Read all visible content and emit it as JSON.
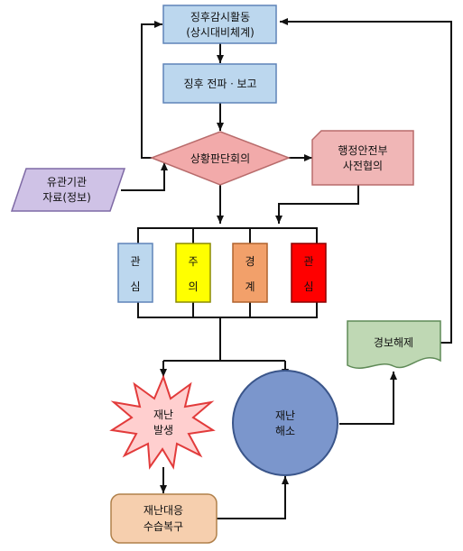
{
  "diagram": {
    "nodes": {
      "monitoring": {
        "line1": "징후감시활동",
        "line2": "(상시대비체계)",
        "fill": "#bcd7ee"
      },
      "propagation": {
        "label": "징후 전파ㆍ보고",
        "fill": "#bcd7ee"
      },
      "assessment": {
        "label": "상황판단회의",
        "fill": "#f2aaaa"
      },
      "mois": {
        "line1": "행정안전부",
        "line2": "사전협의",
        "fill": "#f0b6b6"
      },
      "agency_data": {
        "line1": "유관기관",
        "line2": "자료(정보)",
        "fill": "#cfc2e6"
      },
      "disaster_occurs": {
        "line1": "재난",
        "line2": "발생",
        "fill": "#ffcfcf",
        "stroke": "#e23b3b"
      },
      "disaster_resolved": {
        "line1": "재난",
        "line2": "해소",
        "fill": "#7b96cc"
      },
      "response": {
        "line1": "재난대응",
        "line2": "수습복구",
        "fill": "#f6cfae"
      },
      "alert_release": {
        "label": "경보해제",
        "fill": "#bfd8b4"
      }
    },
    "levels": [
      {
        "c1": "관",
        "c2": "심",
        "fill": "#bcd7ee"
      },
      {
        "c1": "주",
        "c2": "의",
        "fill": "#ffff00"
      },
      {
        "c1": "경",
        "c2": "계",
        "fill": "#f2a06a"
      },
      {
        "c1": "관",
        "c2": "심",
        "fill": "#ff0000"
      }
    ]
  }
}
